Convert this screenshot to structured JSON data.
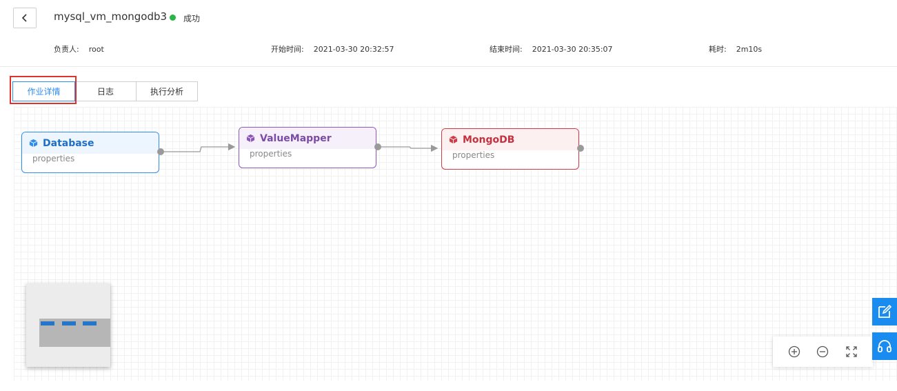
{
  "header": {
    "title": "mysql_vm_mongodb3",
    "status": "成功",
    "status_color": "#2bb548",
    "back_icon": "chevron-left-icon"
  },
  "meta": {
    "owner_label": "负责人:",
    "owner_value": "root",
    "start_label": "开始时间:",
    "start_value": "2021-03-30 20:32:57",
    "end_label": "结束时间:",
    "end_value": "2021-03-30 20:35:07",
    "cost_label": "耗时:",
    "cost_value": "2m10s"
  },
  "tabs": [
    {
      "label": "作业详情",
      "active": true
    },
    {
      "label": "日志",
      "active": false
    },
    {
      "label": "执行分析",
      "active": false
    }
  ],
  "flow": {
    "nodes": [
      {
        "name": "Database",
        "sub": "properties",
        "color": "#2d8cf0",
        "icon": "cube-icon"
      },
      {
        "name": "ValueMapper",
        "sub": "properties",
        "color": "#8e56b8",
        "icon": "cube-icon"
      },
      {
        "name": "MongoDB",
        "sub": "properties",
        "color": "#d23a47",
        "icon": "cube-icon"
      }
    ]
  },
  "zoom_controls": {
    "icons": [
      "zoom-in-icon",
      "zoom-out-icon",
      "fit-screen-icon"
    ]
  },
  "side_buttons": {
    "icons": [
      "edit-icon",
      "headset-icon"
    ],
    "color": "#1a8cf0"
  }
}
